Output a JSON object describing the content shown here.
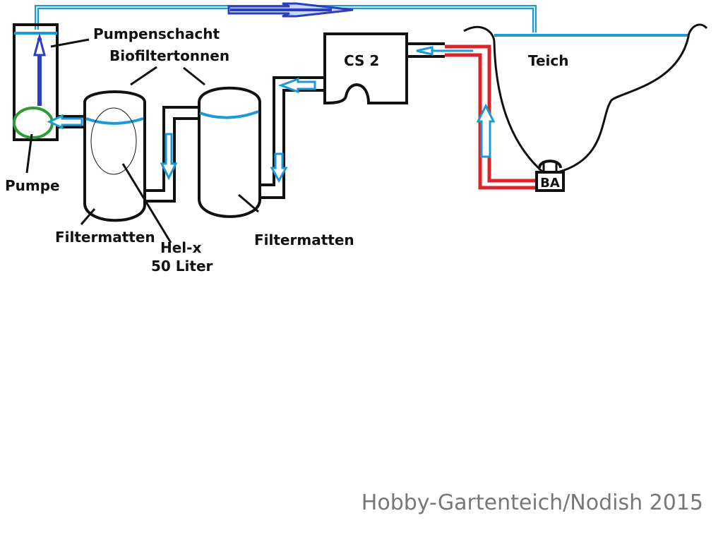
{
  "labels": {
    "pump_shaft": "Pumpenschacht",
    "biofilter_barrels": "Biofiltertonnen",
    "cs2": "CS 2",
    "pond": "Teich",
    "pump": "Pumpe",
    "filter_mats_left": "Filtermatten",
    "helx_line1": "Hel-x",
    "helx_line2": "50 Liter",
    "filter_mats_right": "Filtermatten",
    "bottom_drain": "BA"
  },
  "credit": "Hobby-Gartenteich/Nodish 2015",
  "colors": {
    "outline": "#111111",
    "water_pipe": "#1a9ad6",
    "return_arrow": "#2a3fbf",
    "drain_pipe": "#d8262a",
    "pump_ring": "#2e9a3a",
    "credit_text": "#777777"
  }
}
